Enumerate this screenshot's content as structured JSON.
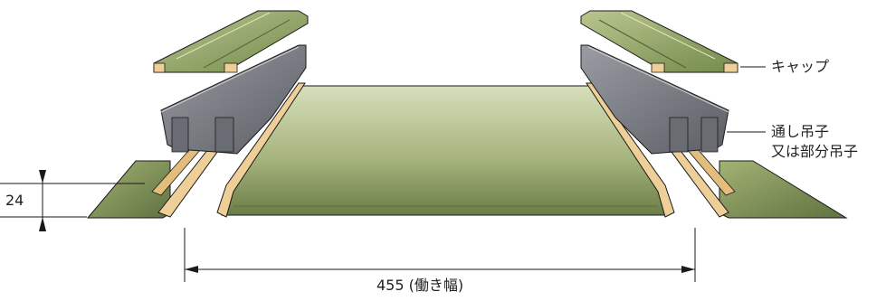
{
  "labels": {
    "cap": "キャップ",
    "clip_line1": "通し吊子",
    "clip_line2": "又は部分吊子"
  },
  "dimensions": {
    "height": "24",
    "width": "455 (働き幅)"
  },
  "colors": {
    "panel_green_light": "#cfd9b0",
    "panel_green_dark": "#6f8049",
    "cap_green": "#8da15e",
    "clip_gray": "#7a7c83",
    "edge_tan": "#efcf98",
    "line": "#1a1a1a"
  }
}
